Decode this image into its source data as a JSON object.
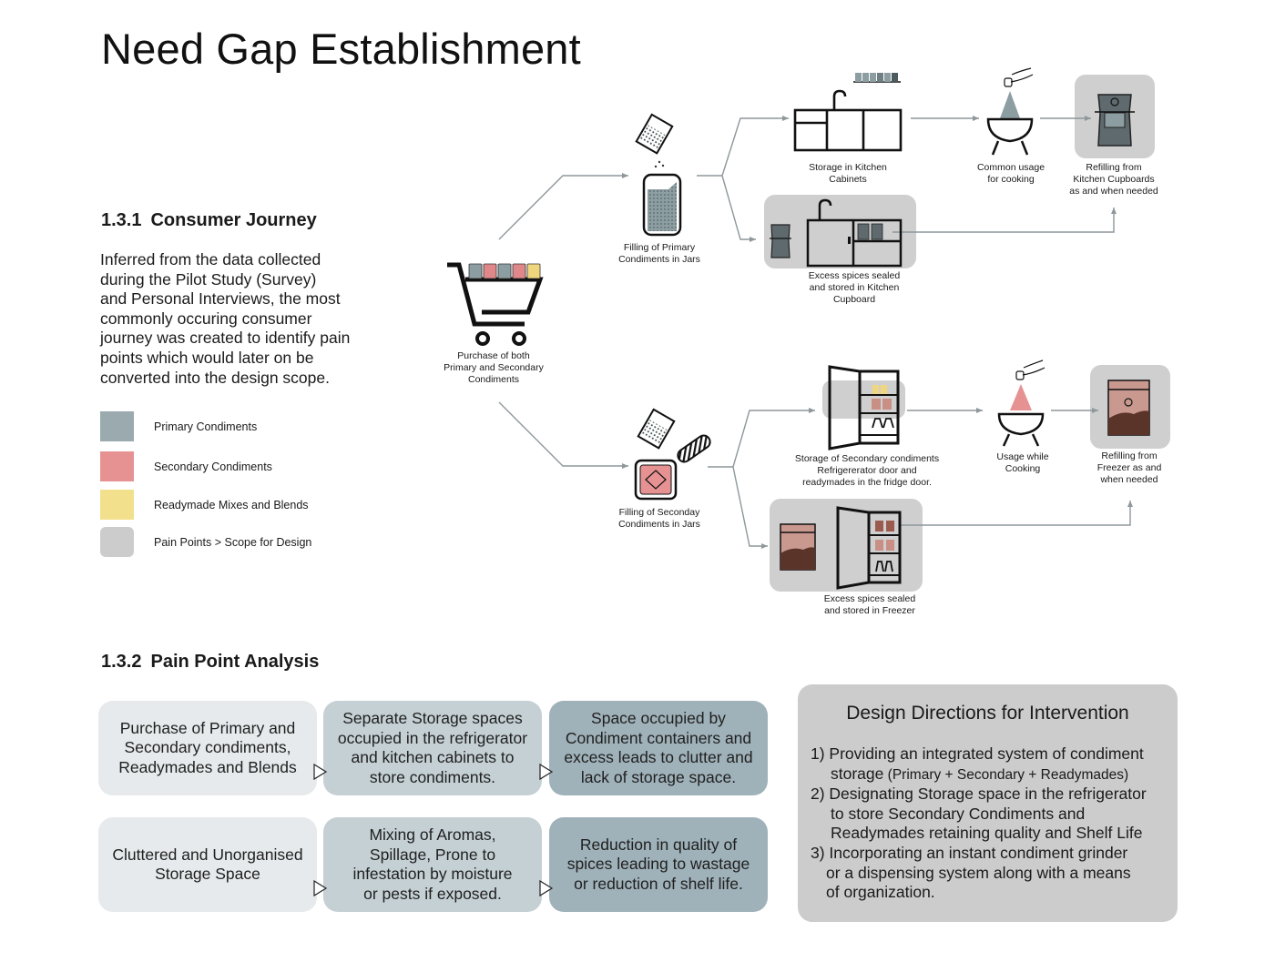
{
  "page": {
    "title": "Need Gap Establishment"
  },
  "consumer_journey": {
    "section_number": "1.3.1",
    "section_title": "Consumer Journey",
    "intro_lines": [
      "Inferred from the data collected",
      "during the Pilot Study (Survey)",
      "and Personal Interviews, the most",
      "commonly occuring consumer",
      "journey was created to identify pain",
      "points which would later on be",
      "converted into the design scope."
    ],
    "legend": [
      {
        "label": "Primary Condiments",
        "color": "#9aaaaf",
        "icon": "square-swatch"
      },
      {
        "label": "Secondary Condiments",
        "color": "#e69293",
        "icon": "square-swatch"
      },
      {
        "label": "Readymade Mixes and Blends",
        "color": "#f2e08c",
        "icon": "square-swatch"
      },
      {
        "label": "Pain Points > Scope for Design",
        "color": "#cccccc",
        "icon": "rounded-swatch"
      }
    ],
    "nodes": {
      "purchase": {
        "lines": [
          "Purchase of both",
          "Primary and Secondary",
          "Condiments"
        ],
        "icon": "shopping-cart-icon"
      },
      "fill_primary": {
        "lines": [
          "Filling of Primary",
          "Condiments in Jars"
        ],
        "icon": "spice-jar-icon"
      },
      "storage_cabinets": {
        "lines": [
          "Storage in Kitchen",
          "Cabinets"
        ],
        "icon": "kitchen-cabinet-icon"
      },
      "common_usage": {
        "lines": [
          "Common usage",
          "for cooking"
        ],
        "icon": "cooking-pot-icon"
      },
      "refill_cupboards": {
        "lines": [
          "Refilling from",
          "Kitchen Cupboards",
          "as and when needed"
        ],
        "icon": "refill-pouch-icon",
        "pain_point": true
      },
      "excess_cupboard": {
        "lines": [
          "Excess spices sealed",
          "and stored in Kitchen",
          "Cupboard"
        ],
        "icon": "sealed-pouch-cupboard-icon",
        "pain_point": true
      },
      "fill_secondary": {
        "lines": [
          "Filling of Seconday",
          "Condiments in Jars"
        ],
        "icon": "square-jar-icon"
      },
      "storage_fridge": {
        "lines": [
          "Storage of Secondary condiments",
          "Refrigererator door and",
          "readymades in the fridge door."
        ],
        "icon": "refrigerator-icon",
        "pain_point": true
      },
      "usage_cooking": {
        "lines": [
          "Usage while",
          "Cooking"
        ],
        "icon": "cooking-pot-icon"
      },
      "refill_freezer": {
        "lines": [
          "Refilling from",
          "Freezer as and",
          "when needed"
        ],
        "icon": "refill-container-icon",
        "pain_point": true
      },
      "excess_freezer": {
        "lines": [
          "Excess spices sealed",
          "and stored in Freezer"
        ],
        "icon": "container-freezer-icon",
        "pain_point": true
      }
    }
  },
  "pain_point_analysis": {
    "section_number": "1.3.2",
    "section_title": "Pain Point Analysis",
    "rows": [
      [
        {
          "lines": [
            "Purchase of Primary and",
            "Secondary condiments,",
            "Readymades and Blends"
          ]
        },
        {
          "lines": [
            "Separate Storage spaces",
            "occupied in the refrigerator",
            "and kitchen cabinets to",
            "store condiments."
          ]
        },
        {
          "lines": [
            "Space occupied by",
            "Condiment containers and",
            "excess leads to clutter and",
            "lack of storage space."
          ]
        }
      ],
      [
        {
          "lines": [
            "Cluttered and Unorganised",
            "Storage Space"
          ]
        },
        {
          "lines": [
            "Mixing of Aromas,",
            "Spillage, Prone to",
            "infestation by moisture",
            "or pests if exposed."
          ]
        },
        {
          "lines": [
            "Reduction in quality of",
            "spices leading to wastage",
            "or reduction of shelf life."
          ]
        }
      ]
    ],
    "design_directions": {
      "title": "Design Directions for Intervention",
      "items": [
        {
          "lines": [
            "1) Providing an integrated system of condiment"
          ],
          "sub_main": "storage",
          "sub_small": " (Primary + Secondary + Readymades)"
        },
        {
          "lines": [
            "2) Designating Storage space in the refrigerator",
            "to store Secondary Condiments and",
            "Readymades retaining quality and Shelf Life"
          ]
        },
        {
          "lines": [
            "3) Incorporating an instant condiment grinder",
            "or a dispensing system along with a means",
            "of organization."
          ]
        }
      ]
    }
  }
}
